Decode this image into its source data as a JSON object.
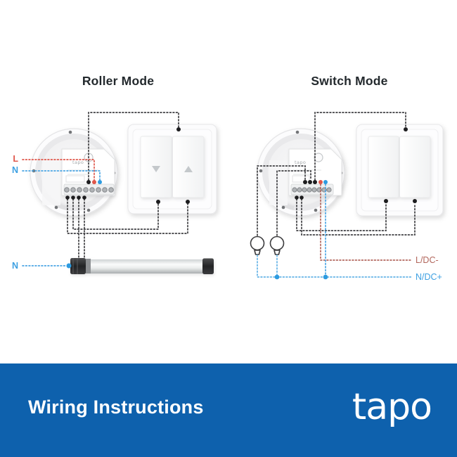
{
  "titles": {
    "roller": "Roller Mode",
    "switch": "Switch Mode"
  },
  "roller": {
    "live_label": "L",
    "neutral_label": "N",
    "motor_neutral_label": "N",
    "device_brand": "tapo"
  },
  "switch_mode": {
    "device_brand": "tapo",
    "live_label": "L/DC-",
    "neutral_label": "N/DC+"
  },
  "footer": {
    "heading": "Wiring Instructions",
    "brand": "tapo"
  },
  "colors": {
    "accent": "#0e61ad",
    "wire_dark": "#3d3d40",
    "wire_red": "#df574b",
    "wire_blue": "#4aa5e4",
    "wire_red_muted": "#b2665c",
    "wire_blue_light": "#63b2e6",
    "label_red": "#df574b",
    "label_blue": "#3da0e2",
    "title_text": "#23292d",
    "footer_text": "#ffffff"
  }
}
